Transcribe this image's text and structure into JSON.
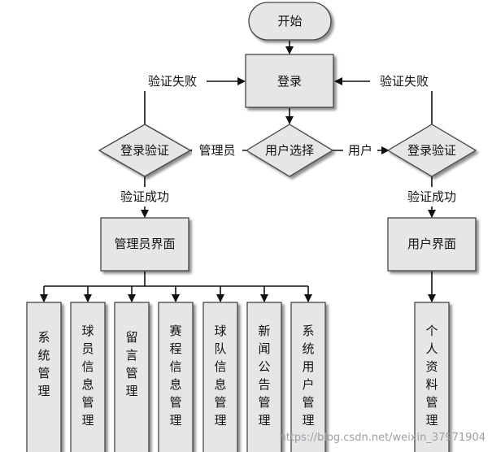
{
  "diagram": {
    "nodes": {
      "start": "开始",
      "login": "登录",
      "left_verify": "登录验证",
      "user_select": "用户选择",
      "right_verify": "登录验证",
      "admin_ui": "管理员界面",
      "user_ui": "用户界面"
    },
    "edge_labels": {
      "fail_left": "验证失败",
      "fail_right": "验证失败",
      "admin": "管理员",
      "user": "用户",
      "success_left": "验证成功",
      "success_right": "验证成功"
    },
    "admin_modules": [
      "系统管理",
      "球员信息管理",
      "留言管理",
      "赛程信息管理",
      "球队信息管理",
      "新闻公告管理",
      "系统用户管理"
    ],
    "user_modules": [
      "个人资料管理"
    ]
  },
  "watermark": "https://blog.csdn.net/weixin_37971904"
}
